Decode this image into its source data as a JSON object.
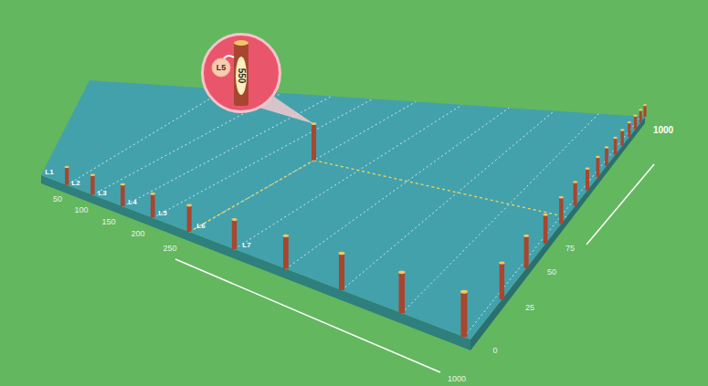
{
  "diagram": {
    "nodes": [
      {
        "text": [
          "550"
        ]
      },
      {
        "text": [
          "L5"
        ],
        "in": 0
      }
    ],
    "labels": [
      "L1",
      "L2",
      "L3",
      "L4",
      "L5",
      "L6",
      "L7",
      "50",
      "100",
      "150",
      "200",
      "250",
      "1000",
      "0",
      "25",
      "50",
      "75",
      "1000"
    ]
  }
}
